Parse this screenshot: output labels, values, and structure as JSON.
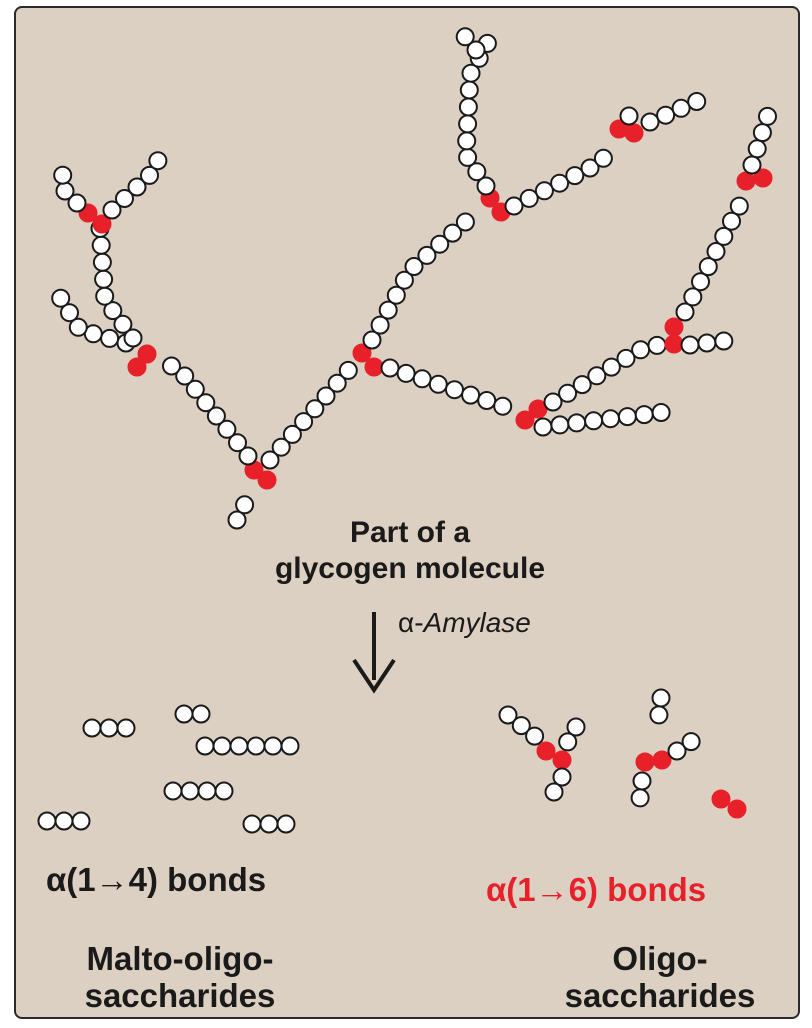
{
  "labels": {
    "main_line1": "Part of a",
    "main_line2": "glycogen molecule",
    "enzyme_prefix": "α-",
    "enzyme_name": "Amylase",
    "bond14": "α(1→4) bonds",
    "bond16": "α(1→6) bonds",
    "malto_line1": "Malto-oligo-",
    "malto_line2": "saccharides",
    "oligo_line1": "Oligo-",
    "oligo_line2": "saccharides"
  },
  "colors": {
    "background": "#dcd0c3",
    "glucose_white": "#ffffff",
    "branch_point_red": "#e8202a",
    "stroke": "#1a1a1a"
  }
}
